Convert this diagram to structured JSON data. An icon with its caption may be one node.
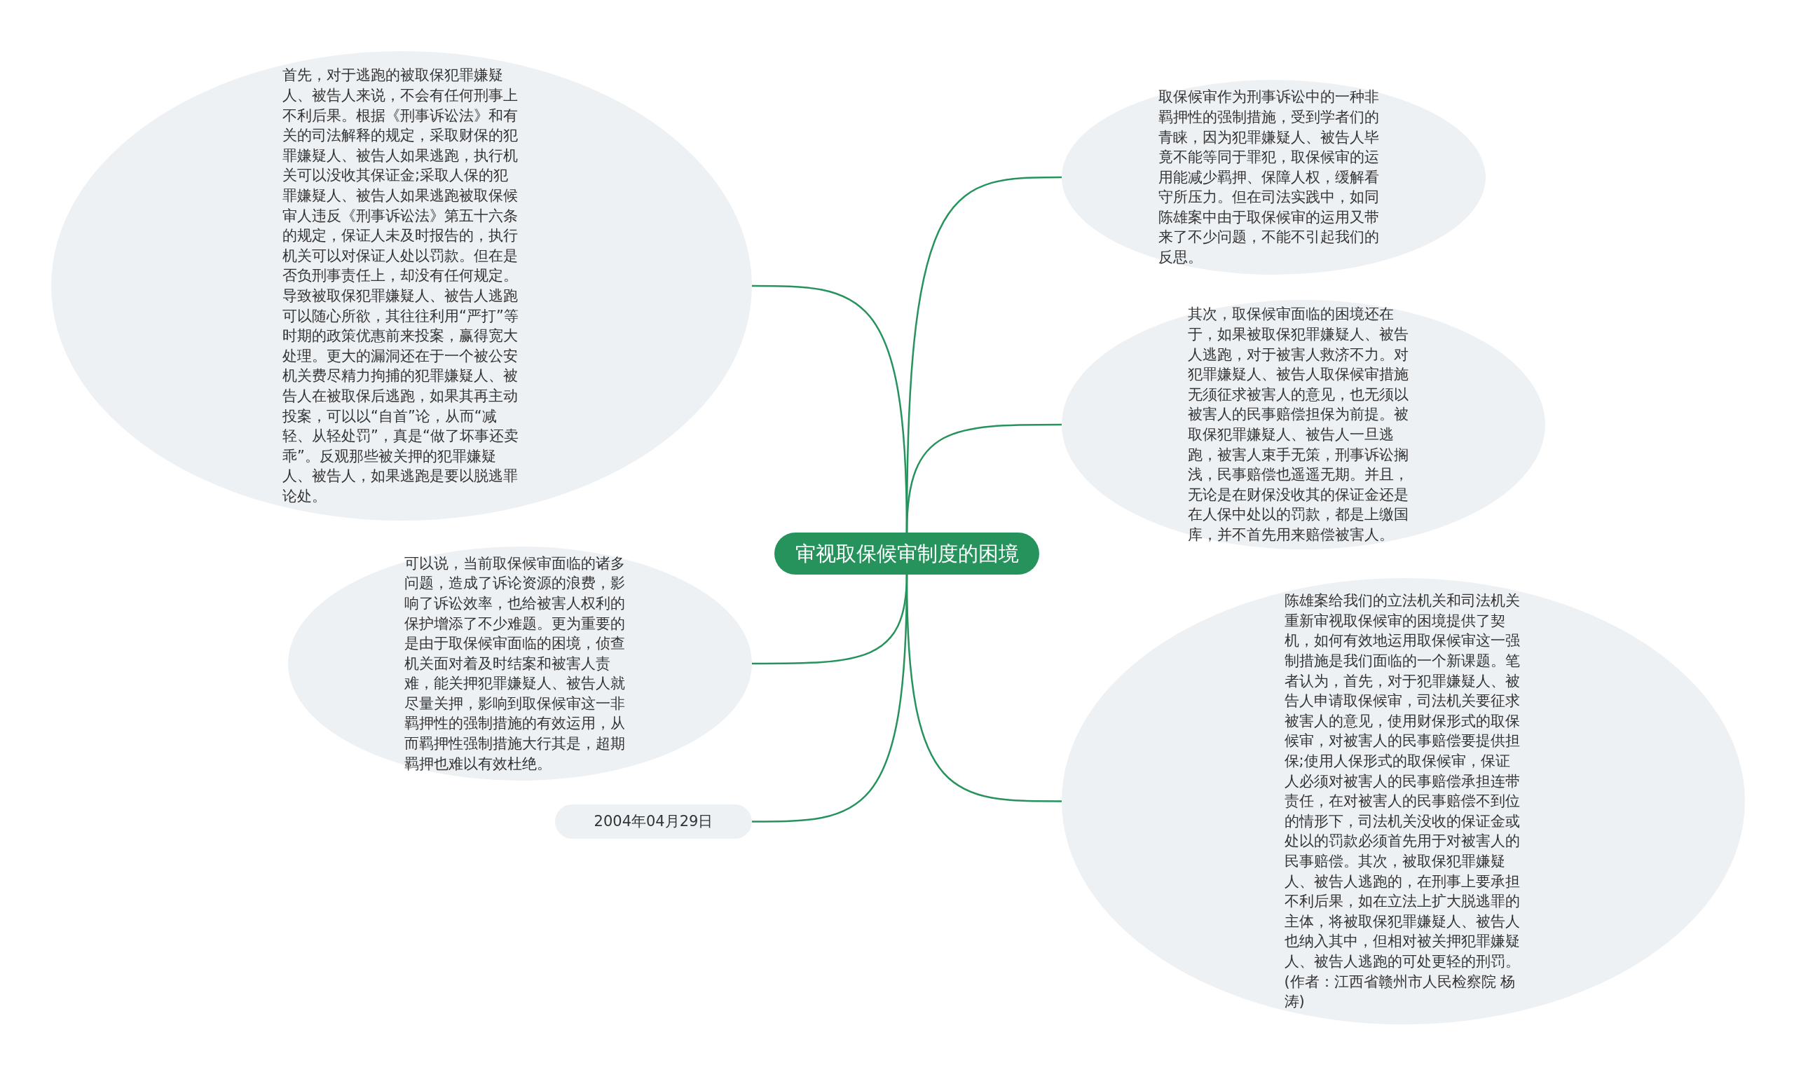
{
  "diagram": {
    "nodes": [
      {
        "text": [
          "审视取保候审制度的困境"
        ]
      },
      {
        "text": [
          "首先，对于逃跑的被取保犯罪嫌疑人、被告人来说，不会有任何刑事上不利后果。根据《刑事诉讼法》和有关的司法解释的规定，采取财保的犯罪嫌疑人、被告人如果逃跑，执行机关可以没收其保证金;采取人保的犯罪嫌疑人、被告人如果逃跑被取保候审人违反《刑事诉讼法》第五十六条的规定，保证人未及时报告的，执行机关可以对保证人处以罚款。但在是否负刑事责任上，却没有任何规定。导致被取保犯罪嫌疑人、被告人逃跑可以随心所欲，其往往利用“严打”等时期的政策优惠前来投案，赢得宽大处理。更大的漏洞还在于一个被公安机关费尽精力拘捕的犯罪嫌疑人、被告人在被取保后逃跑，如果其再主动投案，可以以“自首”论，从而“减轻、从轻处罚”，真是“做了坏事还卖乖”。反观那些被关押的犯罪嫌疑人、被告人，如果逃跑是要以脱逃罪论处。"
        ]
      },
      {
        "text": [
          "取保候审作为刑事诉讼中的一种非羁押性的强制措施，受到学者们的青睐，因为犯罪嫌疑人、被告人毕竟不能等同于罪犯，取保候审的运用能减少羁押、保障人权，缓解看守所压力。但在司法实践中，如同陈雄案中由于取保候审的运用又带来了不少问题，不能不引起我们的反思。"
        ]
      },
      {
        "text": [
          "其次，取保候审面临的困境还在于，如果被取保犯罪嫌疑人、被告人逃跑，对于被害人救济不力。对犯罪嫌疑人、被告人取保候审措施无须征求被害人的意见，也无须以被害人的民事赔偿担保为前提。被取保犯罪嫌疑人、被告人一旦逃跑，被害人束手无策，刑事诉讼搁浅，民事赔偿也遥遥无期。并且，无论是在财保没收其的保证金还是在人保中处以的罚款，都是上缴国库，并不首先用来赔偿被害人。"
        ]
      },
      {
        "text": [
          "可以说，当前取保候审面临的诸多问题，造成了诉论资源的浪费，影响了诉讼效率，也给被害人权利的保护增添了不少难题。更为重要的是由于取保候审面临的困境，侦查机关面对着及时结案和被害人责难，能关押犯罪嫌疑人、被告人就尽量关押，影响到取保候审这一非羁押性的强制措施的有效运用，从而羁押性强制措施大行其是，超期羁押也难以有效杜绝。"
        ]
      },
      {
        "text": [
          "2004年04月29日"
        ]
      },
      {
        "text": [
          "陈雄案给我们的立法机关和司法机关重新审视取保候审的困境提供了契机，如何有效地运用取保候审这一强制措施是我们面临的一个新课题。笔者认为，首先，对于犯罪嫌疑人、被告人申请取保候审，司法机关要征求被害人的意见，使用财保形式的取保候审，对被害人的民事赔偿要提供担保;使用人保形式的取保候审，保证人必须对被害人的民事赔偿承担连带责任，在对被害人的民事赔偿不到位的情形下，司法机关没收的保证金或处以的罚款必须首先用于对被害人的民事赔偿。其次，被取保犯罪嫌疑人、被告人逃跑的，在刑事上要承担不利后果，如在立法上扩大脱逃罪的主体，将被取保犯罪嫌疑人、被告人也纳入其中，但相对被关押犯罪嫌疑人、被告人逃跑的可处更轻的刑罚。(作者：江西省赣州市人民检察院 杨涛)"
        ]
      }
    ],
    "edges": [
      {
        "from": 0,
        "to": 1,
        "arrow": "none"
      },
      {
        "from": 0,
        "to": 2,
        "arrow": "none"
      },
      {
        "from": 0,
        "to": 3,
        "arrow": "none"
      },
      {
        "from": 0,
        "to": 4,
        "arrow": "none"
      },
      {
        "from": 0,
        "to": 5,
        "arrow": "none"
      },
      {
        "from": 0,
        "to": 6,
        "arrow": "none"
      }
    ]
  }
}
